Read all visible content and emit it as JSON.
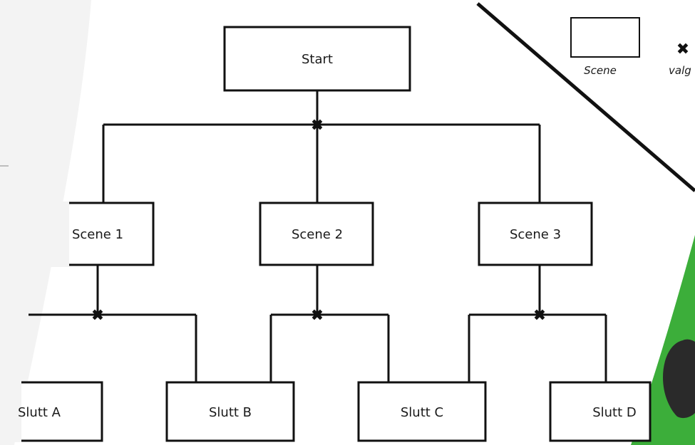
{
  "legend": {
    "scene_label": "Scene",
    "choice_symbol": "✖",
    "choice_label": "valg"
  },
  "nodes": {
    "start": "Start",
    "scene1": "Scene 1",
    "scene2": "Scene 2",
    "scene3": "Scene 3",
    "endA": "Slutt A",
    "endB": "Slutt B",
    "endC": "Slutt C",
    "endD": "Slutt D"
  },
  "colors": {
    "line": "#111111",
    "slide_shape": "#f3f3f3",
    "accent_green": "#3cae3a"
  }
}
